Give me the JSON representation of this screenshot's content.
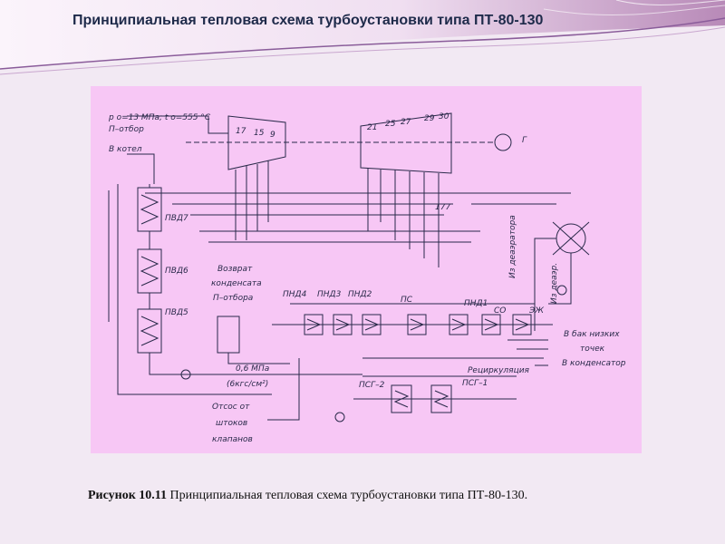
{
  "slide": {
    "title": "Принципиальная тепловая схема турбоустановки типа ПТ-80-130"
  },
  "diagram": {
    "steam_params": "p о=13 МПа; t о=555 °С",
    "p_extraction": "П–отбор",
    "to_boiler": "В котел",
    "stage_numbers": [
      "17",
      "15",
      "9",
      "21",
      "25",
      "27",
      "29",
      "30"
    ],
    "generator": "Г",
    "pvd7": "ПВД7",
    "pvd6": "ПВД6",
    "pvd5": "ПВД5",
    "return_condensate": [
      "Возврат",
      "конденсата",
      "П–отбора"
    ],
    "pnd4": "ПНД4",
    "pnd3": "ПНД3",
    "pnd2": "ПНД2",
    "ps": "ПС",
    "pnd1": "ПНД1",
    "so": "СО",
    "ezh": "ЭЖ",
    "from_deaerator": "Из деаэратора",
    "from_deaer_short": "Из деаэр.",
    "tank_low_points": [
      "В бак низких",
      "точек"
    ],
    "to_condenser": "В конденсатор",
    "recirculation": "Рециркуляция",
    "psg2": "ПСГ–2",
    "psg1": "ПСГ–1",
    "pressure_06": "0,6 МПа",
    "pressure_kgs": "(6кгс/см²)",
    "suction": [
      "Отсос от",
      "штоков",
      "клапанов"
    ],
    "mark_177": "177"
  },
  "caption": {
    "label": "Рисунок 10.11",
    "text": " Принципиальная тепловая схема турбоустановки типа ПТ-80-130."
  }
}
